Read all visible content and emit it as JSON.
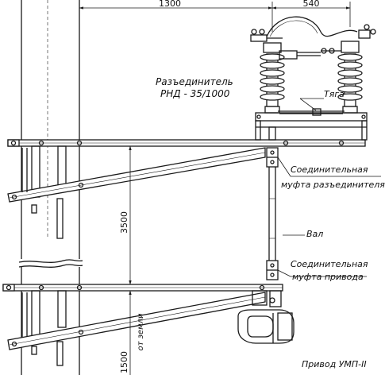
{
  "dimensions": {
    "horizontal_left": "1300",
    "horizontal_right": "540",
    "vertical_mid": "3500",
    "vertical_bottom": "1500"
  },
  "labels": {
    "disconnector_line1": "Разъединитель",
    "disconnector_line2": "РНД - 35/1000",
    "rod": "Тяга",
    "coupling_disc_line1": "Соединительная",
    "coupling_disc_line2": "муфта разъединителя",
    "shaft": "Вал",
    "coupling_drive_line1": "Соединительная",
    "coupling_drive_line2": "муфта привода",
    "drive": "Привод УМП-II",
    "from_ground": "от земли"
  },
  "colors": {
    "ink": "#1a1a1a",
    "paper": "#ffffff"
  }
}
